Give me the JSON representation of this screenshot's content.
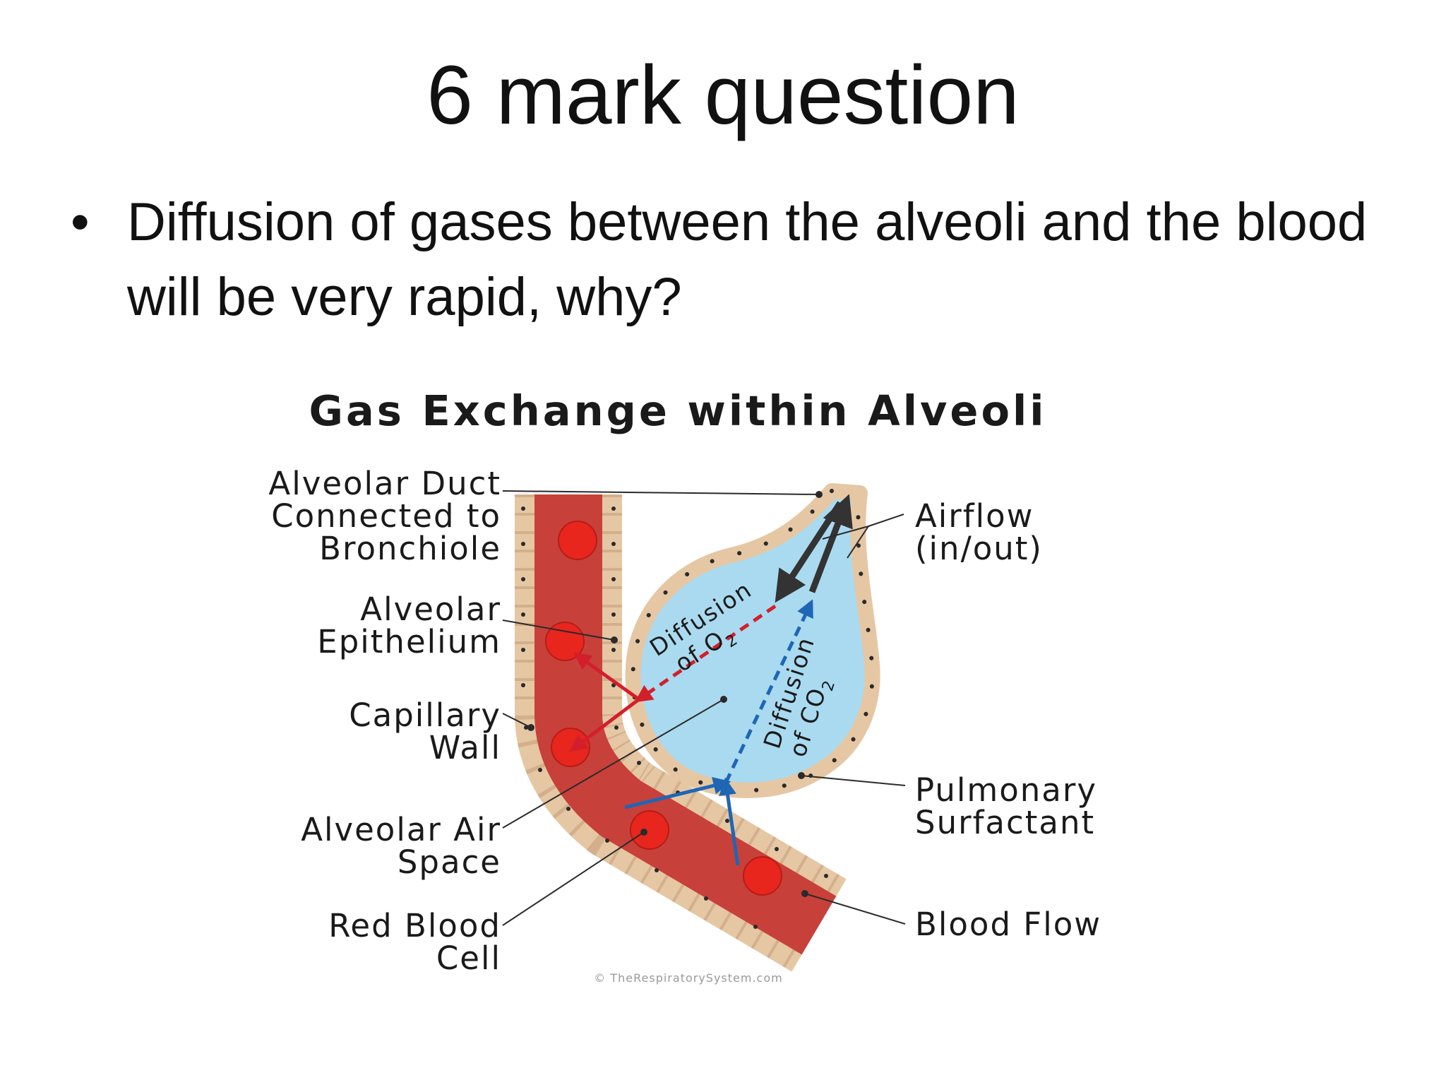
{
  "slide": {
    "title": "6 mark question",
    "bullet": "Diffusion of gases between the alveoli and the blood will be very rapid, why?",
    "bullet_marker": "•"
  },
  "diagram": {
    "title": "Gas Exchange within Alveoli",
    "labels_left": {
      "duct_1": "Alveolar Duct",
      "duct_2": "Connected to",
      "duct_3": "Bronchiole",
      "epithelium_1": "Alveolar",
      "epithelium_2": "Epithelium",
      "capillary_1": "Capillary",
      "capillary_2": "Wall",
      "air_space_1": "Alveolar Air",
      "air_space_2": "Space",
      "rbc_1": "Red Blood",
      "rbc_2": "Cell"
    },
    "labels_right": {
      "airflow_1": "Airflow",
      "airflow_2": "(in/out)",
      "surfactant_1": "Pulmonary",
      "surfactant_2": "Surfactant",
      "blood_flow": "Blood Flow"
    },
    "diffusion_o2": {
      "line1": "Diffusion",
      "of": "of O",
      "sub": "2"
    },
    "diffusion_co2": {
      "line1": "Diffusion",
      "of": "of CO",
      "sub": "2"
    },
    "credit": "© TheRespiratorySystem.com",
    "colors": {
      "alveolus_fill": "#a9daf0",
      "membrane": "#e6c7a4",
      "capillary_blood": "#c8403a",
      "red_cell": "#e8261e",
      "o2_arrow": "#d31f2b",
      "co2_arrow": "#1f66b5",
      "airflow_arrow": "#333333"
    }
  }
}
